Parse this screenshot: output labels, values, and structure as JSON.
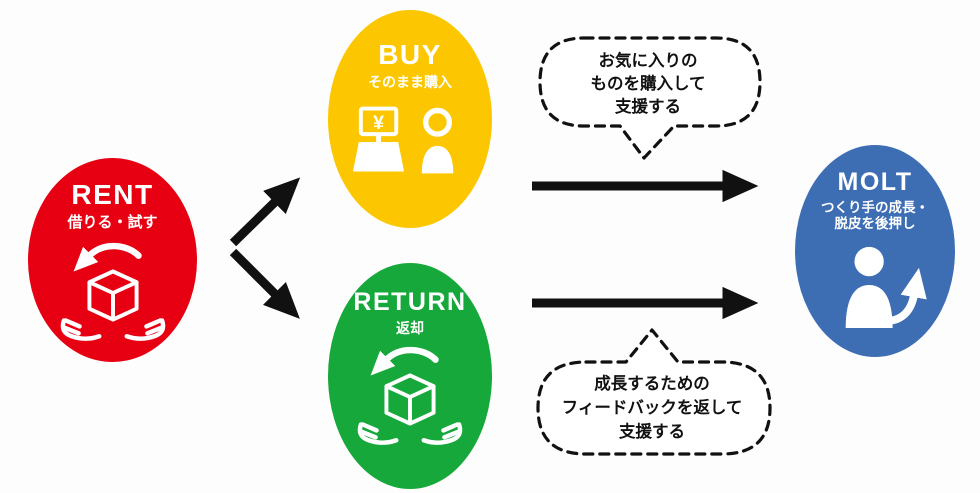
{
  "nodes": {
    "rent": {
      "title": "RENT",
      "subtitle": "借りる・試す"
    },
    "buy": {
      "title": "BUY",
      "subtitle": "そのまま購入",
      "register_currency": "¥"
    },
    "return": {
      "title": "RETURN",
      "subtitle": "返却"
    },
    "molt": {
      "title": "MOLT",
      "subtitle_lines": [
        "つくり手の成長・",
        "脱皮を後押し"
      ]
    }
  },
  "bubbles": {
    "top": {
      "lines": [
        "お気に入りの",
        "ものを購入して",
        "支援する"
      ]
    },
    "bottom": {
      "lines": [
        "成長するための",
        "フィードバックを返して",
        "支援する"
      ]
    }
  },
  "colors": {
    "rent": "#e60012",
    "buy": "#fcc700",
    "return": "#17a83b",
    "molt": "#3d6eb4",
    "arrow": "#111111",
    "bubble_border": "#111111",
    "icon": "#ffffff"
  },
  "icons": {
    "rent": "rotate-arrow-box-in-hands-icon",
    "buy": "cash-register-and-customer-icon",
    "return": "return-arrow-box-in-hands-icon",
    "molt": "person-growth-arrow-icon"
  }
}
